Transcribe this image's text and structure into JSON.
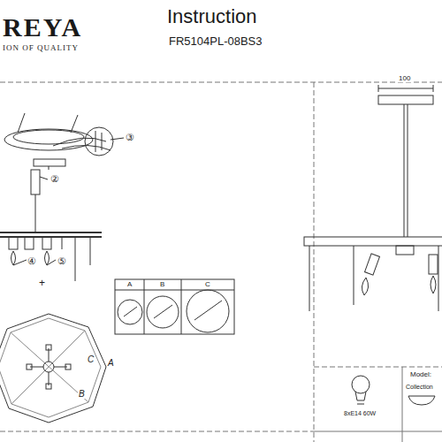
{
  "diagram": {
    "title": "Instruction",
    "labels": [
      "REYA",
      "ION OF QUALITY",
      "FR5104PL-08BS3",
      "③",
      "②",
      "④",
      "⑤",
      "+",
      "A",
      "B",
      "C",
      "A",
      "C",
      "B",
      "100",
      "8xE14 60W",
      "Model:",
      "Collection"
    ]
  }
}
